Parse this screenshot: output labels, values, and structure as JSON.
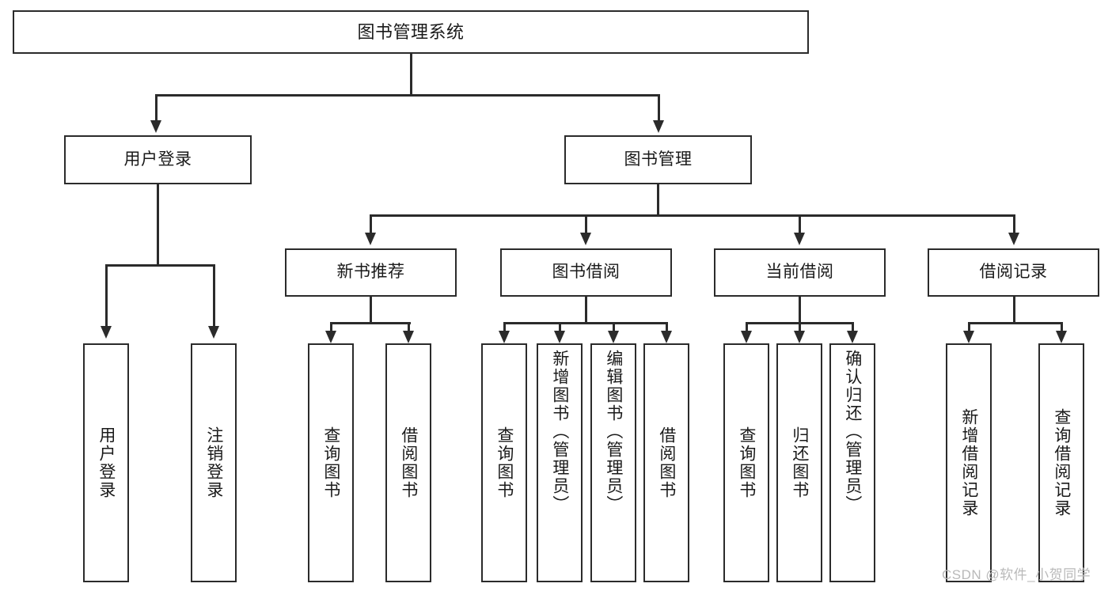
{
  "diagram": {
    "title_node": {
      "label": "图书管理系统"
    },
    "level2": [
      {
        "id": "user-login",
        "label": "用户登录"
      },
      {
        "id": "book-management",
        "label": "图书管理"
      }
    ],
    "level3": [
      {
        "id": "new-book-recommend",
        "label": "新书推荐"
      },
      {
        "id": "book-borrow",
        "label": "图书借阅"
      },
      {
        "id": "current-borrow",
        "label": "当前借阅"
      },
      {
        "id": "borrow-record",
        "label": "借阅记录"
      }
    ],
    "leaves": {
      "user_login": [
        {
          "id": "leaf-user-login",
          "label": "用户登录"
        },
        {
          "id": "leaf-logout-login",
          "label": "注销登录"
        }
      ],
      "new_book_recommend": [
        {
          "id": "leaf-query-book-1",
          "label": "查询图书"
        },
        {
          "id": "leaf-borrow-book-1",
          "label": "借阅图书"
        }
      ],
      "book_borrow": [
        {
          "id": "leaf-query-book-2",
          "label": "查询图书"
        },
        {
          "id": "leaf-add-book-admin",
          "label": "新增图书（管理员）"
        },
        {
          "id": "leaf-edit-book-admin",
          "label": "编辑图书（管理员）"
        },
        {
          "id": "leaf-borrow-book-2",
          "label": "借阅图书"
        }
      ],
      "current_borrow": [
        {
          "id": "leaf-query-book-3",
          "label": "查询图书"
        },
        {
          "id": "leaf-return-book",
          "label": "归还图书"
        },
        {
          "id": "leaf-confirm-return-admin",
          "label": "确认归还（管理员）"
        }
      ],
      "borrow_record": [
        {
          "id": "leaf-add-borrow-record",
          "label": "新增借阅记录"
        },
        {
          "id": "leaf-query-borrow-record",
          "label": "查询借阅记录"
        }
      ]
    },
    "watermark": "CSDN @软件_小贺同学",
    "colors": {
      "stroke": "#2b2b2b",
      "fill": "#ffffff",
      "text": "#1a1a1a",
      "watermark": "#b9b9b9"
    }
  }
}
